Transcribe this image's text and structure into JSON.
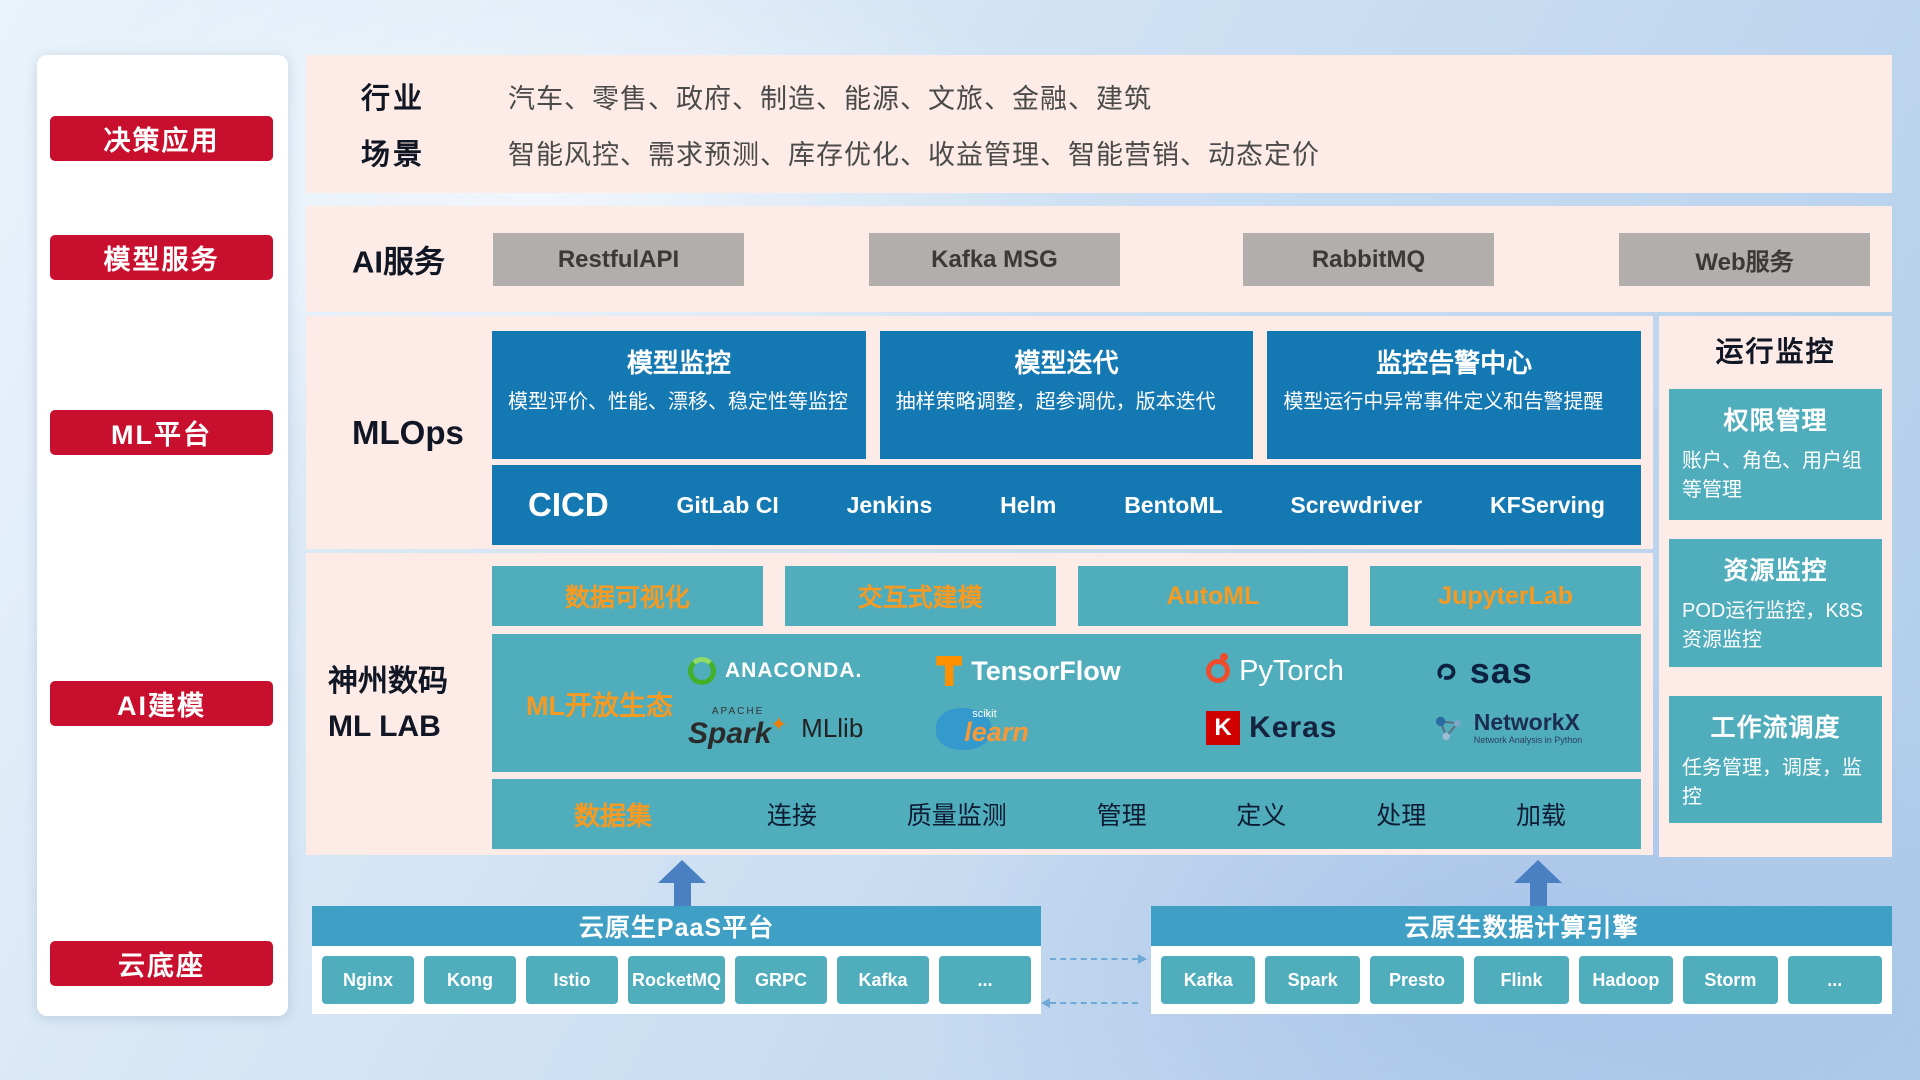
{
  "colors": {
    "red": "#c8102e",
    "pink": "#fcebe6",
    "blue": "#1478b2",
    "teal": "#4fadbc",
    "teal-header": "#3f9fc4",
    "orange": "#f59a23",
    "gray-button": "#b1aeac",
    "arrow": "#4a7fc1"
  },
  "icons": {
    "spark_star": "✦"
  },
  "rail": {
    "items": [
      {
        "label": "决策应用"
      },
      {
        "label": "模型服务"
      },
      {
        "label": "ML平台"
      },
      {
        "label": "AI建模"
      },
      {
        "label": "云底座"
      }
    ]
  },
  "industry": {
    "rows": [
      {
        "label": "行业",
        "value": "汽车、零售、政府、制造、能源、文旅、金融、建筑"
      },
      {
        "label": "场景",
        "value": "智能风控、需求预测、库存优化、收益管理、智能营销、动态定价"
      }
    ]
  },
  "ai_service": {
    "label": "AI服务",
    "buttons": [
      "RestfulAPI",
      "Kafka MSG",
      "RabbitMQ",
      "Web服务"
    ]
  },
  "mlops": {
    "label": "MLOps",
    "cards": [
      {
        "title": "模型监控",
        "desc": "模型评价、性能、漂移、稳定性等监控"
      },
      {
        "title": "模型迭代",
        "desc": "抽样策略调整，超参调优，版本迭代"
      },
      {
        "title": "监控告警中心",
        "desc": "模型运行中异常事件定义和告警提醒"
      }
    ],
    "cicd_label": "CICD",
    "cicd_items": [
      "GitLab CI",
      "Jenkins",
      "Helm",
      "BentoML",
      "Screwdriver",
      "KFServing"
    ]
  },
  "monitoring": {
    "title": "运行监控",
    "cards": [
      {
        "title": "权限管理",
        "desc": "账户、角色、用户组等管理"
      },
      {
        "title": "资源监控",
        "desc": "POD运行监控，K8S资源监控"
      },
      {
        "title": "工作流调度",
        "desc": "任务管理，调度，监控"
      }
    ]
  },
  "ml_lab": {
    "label_line1": "神州数码",
    "label_line2": "ML LAB",
    "tools": [
      "数据可视化",
      "交互式建模",
      "AutoML",
      "JupyterLab"
    ],
    "ecosystem_label": "ML开放生态",
    "logos": {
      "anaconda": "ANACONDA.",
      "tensorflow": "TensorFlow",
      "pytorch": "PyTorch",
      "sas": "sas",
      "spark_small": "APACHE",
      "spark": "Spark",
      "mllib": "MLlib",
      "sklearn_small": "scikit",
      "sklearn": "learn",
      "keras_k": "K",
      "keras": "Keras",
      "networkx": "NetworkX",
      "networkx_sub": "Network Analysis in Python"
    },
    "dataset_label": "数据集",
    "dataset_items": [
      "连接",
      "质量监测",
      "管理",
      "定义",
      "处理",
      "加载"
    ]
  },
  "cloud": {
    "paas": {
      "title": "云原生PaaS平台",
      "items": [
        "Nginx",
        "Kong",
        "Istio",
        "RocketMQ",
        "GRPC",
        "Kafka",
        "..."
      ]
    },
    "engine": {
      "title": "云原生数据计算引擎",
      "items": [
        "Kafka",
        "Spark",
        "Presto",
        "Flink",
        "Hadoop",
        "Storm",
        "..."
      ]
    }
  }
}
